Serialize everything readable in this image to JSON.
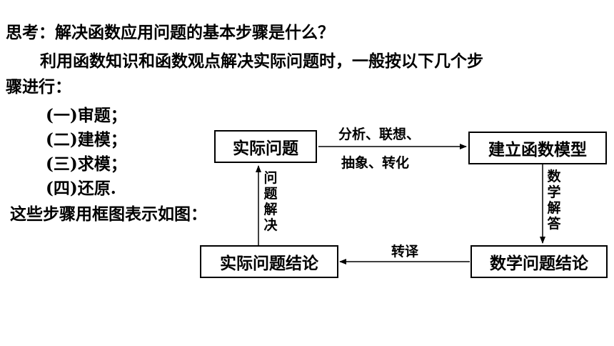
{
  "question": "思考：解决函数应用问题的基本步骤是什么？",
  "paragraph_line1": "利用函数知识和函数观点解决实际问题时，一般按以下几个步",
  "paragraph_line2": "骤进行：",
  "steps": [
    "(一)审题；",
    "(二)建模；",
    "(三)求模；",
    "(四)还原."
  ],
  "diagram_intro": "这些步骤用框图表示如图：",
  "diagram": {
    "box_actual_problem": "实际问题",
    "box_build_model": "建立函数模型",
    "box_math_conclusion": "数学问题结论",
    "box_actual_conclusion": "实际问题结论",
    "label_top_upper": "分析、联想、",
    "label_top_lower": "抽象、转化",
    "label_right": "数学解答",
    "label_bottom": "转译",
    "label_left": "问题解决"
  }
}
